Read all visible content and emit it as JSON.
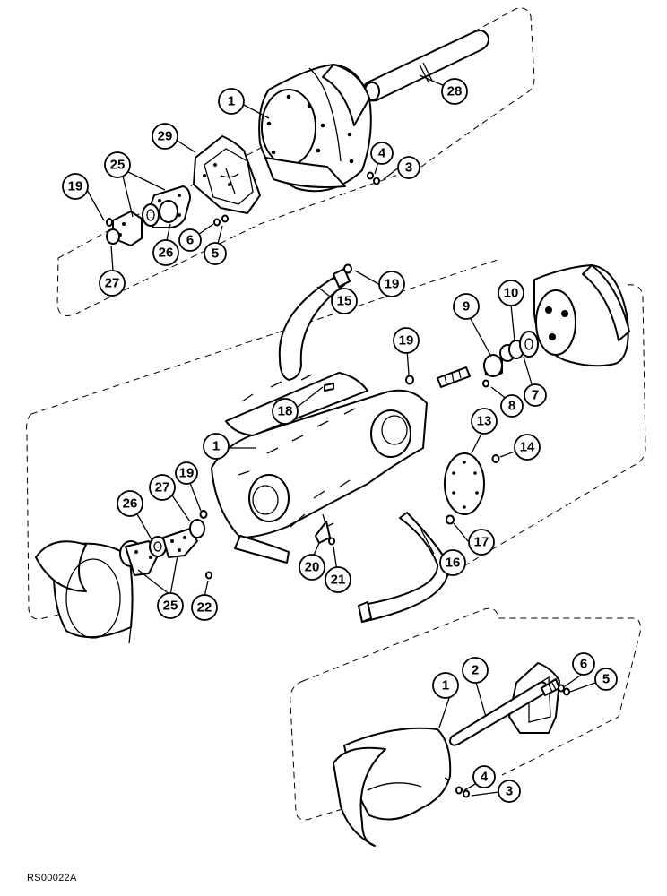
{
  "figure_code": "RS00022A",
  "callouts": {
    "c1a": "1",
    "c28": "28",
    "c29": "29",
    "c4a": "4",
    "c3a": "3",
    "c25a": "25",
    "c19a": "19",
    "c26a": "26",
    "c6a": "6",
    "c5a": "5",
    "c27a": "27",
    "c19b": "19",
    "c15": "15",
    "c10": "10",
    "c9": "9",
    "c19c": "19",
    "c7": "7",
    "c8": "8",
    "c18": "18",
    "c13": "13",
    "c1b": "1",
    "c14": "14",
    "c27b": "27",
    "c19d": "19",
    "c26b": "26",
    "c17": "17",
    "c16": "16",
    "c20": "20",
    "c21": "21",
    "c25b": "25",
    "c22": "22",
    "c1c": "1",
    "c2": "2",
    "c6b": "6",
    "c5b": "5",
    "c4b": "4",
    "c3b": "3"
  }
}
